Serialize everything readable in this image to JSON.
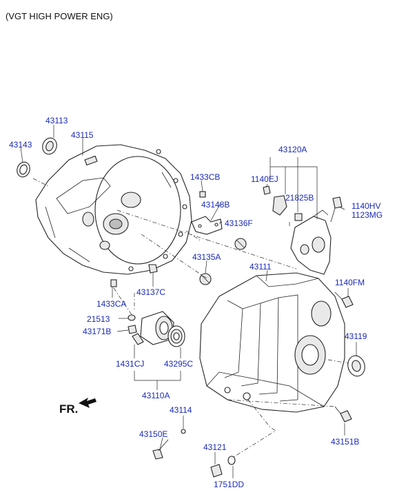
{
  "diagram": {
    "caption": "(VGT HIGH POWER ENG)",
    "direction_label": "FR.",
    "part_numbers": {
      "p43113": "43113",
      "p43143": "43143",
      "p43115": "43115",
      "p43120A": "43120A",
      "p1140EJ": "1140EJ",
      "p1433CB": "1433CB",
      "p21825B": "21825B",
      "p1140HV": "1140HV",
      "p1123MG": "1123MG",
      "p43148B": "43148B",
      "p43136F": "43136F",
      "p43135A": "43135A",
      "p43111": "43111",
      "p43137C": "43137C",
      "p1140FM": "1140FM",
      "p1433CA": "1433CA",
      "p21513": "21513",
      "p43171B": "43171B",
      "p43119": "43119",
      "p1431CJ": "1431CJ",
      "p43295C": "43295C",
      "p43110A": "43110A",
      "p43114": "43114",
      "p43150E": "43150E",
      "p43121": "43121",
      "p43151B": "43151B",
      "p1751DD": "1751DD"
    }
  }
}
